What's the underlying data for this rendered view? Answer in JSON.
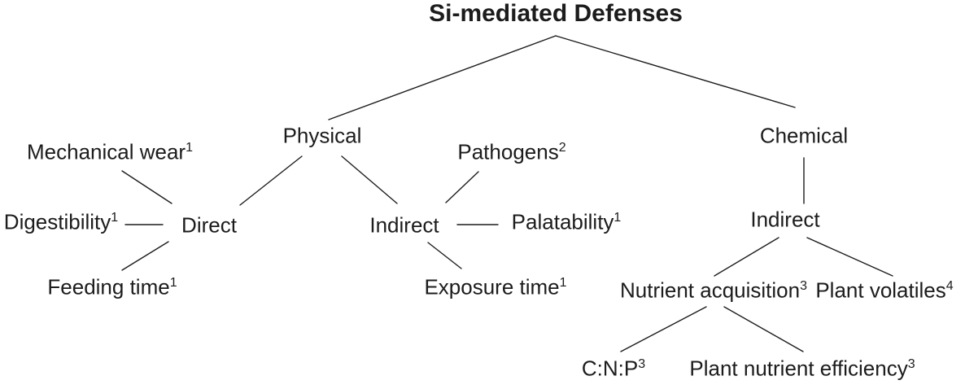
{
  "title": "Si-mediated Defenses",
  "nodes": {
    "physical": {
      "label": "Physical"
    },
    "chemical": {
      "label": "Chemical"
    },
    "direct": {
      "label": "Direct"
    },
    "physical_indirect": {
      "label": "Indirect"
    },
    "chemical_indirect": {
      "label": "Indirect"
    },
    "mechanical_wear": {
      "label": "Mechanical wear",
      "sup": "1"
    },
    "digestibility": {
      "label": "Digestibility",
      "sup": "1"
    },
    "feeding_time": {
      "label": "Feeding time",
      "sup": "1"
    },
    "pathogens": {
      "label": "Pathogens",
      "sup": "2"
    },
    "palatability": {
      "label": "Palatability",
      "sup": "1"
    },
    "exposure_time": {
      "label": "Exposure time",
      "sup": "1"
    },
    "nutrient_acquisition": {
      "label": "Nutrient acquisition",
      "sup": "3"
    },
    "plant_volatiles": {
      "label": "Plant volatiles",
      "sup": "4"
    },
    "cnp": {
      "label": "C:N:P",
      "sup": "3"
    },
    "plant_nutrient_efficiency": {
      "label": "Plant nutrient efficiency",
      "sup": "3"
    }
  },
  "edges": [
    [
      "Si-mediated Defenses",
      "Physical"
    ],
    [
      "Si-mediated Defenses",
      "Chemical"
    ],
    [
      "Physical",
      "Direct"
    ],
    [
      "Physical",
      "Indirect"
    ],
    [
      "Direct",
      "Mechanical wear"
    ],
    [
      "Direct",
      "Digestibility"
    ],
    [
      "Direct",
      "Feeding time"
    ],
    [
      "Indirect",
      "Pathogens"
    ],
    [
      "Indirect",
      "Palatability"
    ],
    [
      "Indirect",
      "Exposure time"
    ],
    [
      "Chemical",
      "Indirect"
    ],
    [
      "Indirect",
      "Nutrient acquisition"
    ],
    [
      "Indirect",
      "Plant volatiles"
    ],
    [
      "Nutrient acquisition",
      "C:N:P"
    ],
    [
      "Nutrient acquisition",
      "Plant nutrient efficiency"
    ]
  ],
  "colors": {
    "background": "#ffffff",
    "text": "#1c1c1c",
    "line": "#1c1c1c"
  }
}
